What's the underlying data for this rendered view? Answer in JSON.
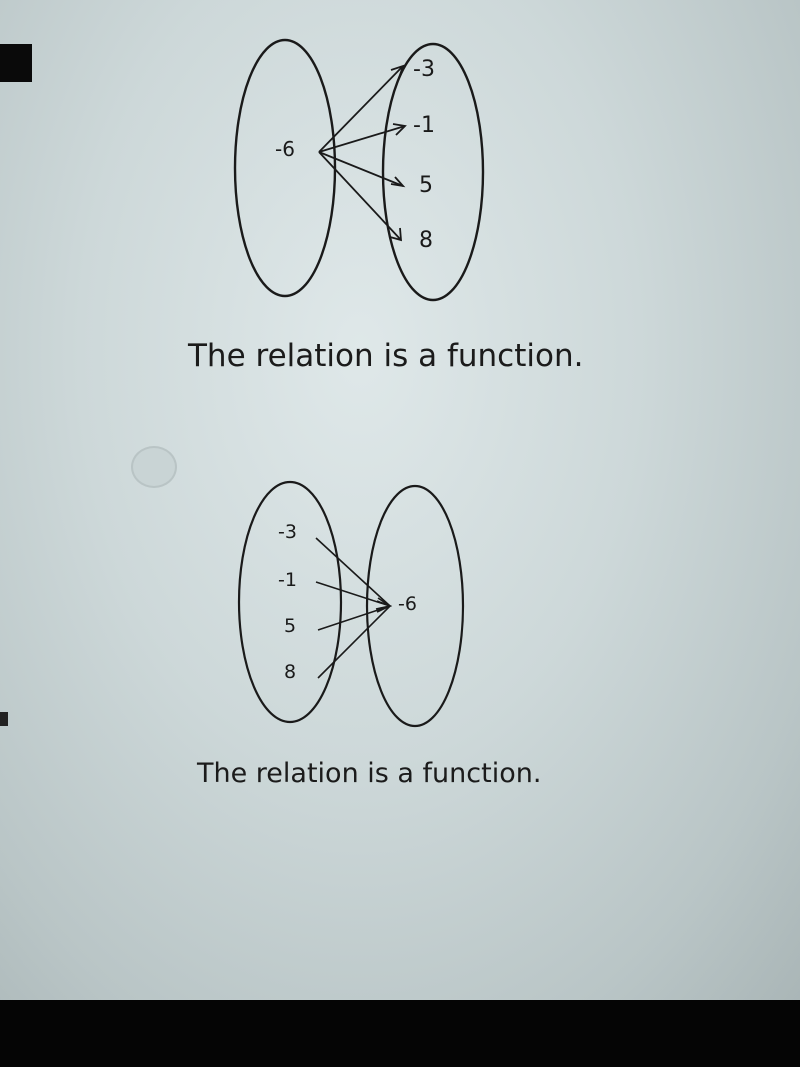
{
  "question": {
    "option_a": {
      "domain": [
        "-6"
      ],
      "range": [
        "-3",
        "-1",
        "5",
        "8"
      ],
      "caption": "The relation is a function."
    },
    "option_b": {
      "domain": [
        "-3",
        "-1",
        "5",
        "8"
      ],
      "range": [
        "-6"
      ],
      "caption": "The relation is a function."
    }
  },
  "colors": {
    "screen_background": "#d3dddf",
    "text": "#1b1b1b",
    "radio_button": "#c9d4d5"
  }
}
